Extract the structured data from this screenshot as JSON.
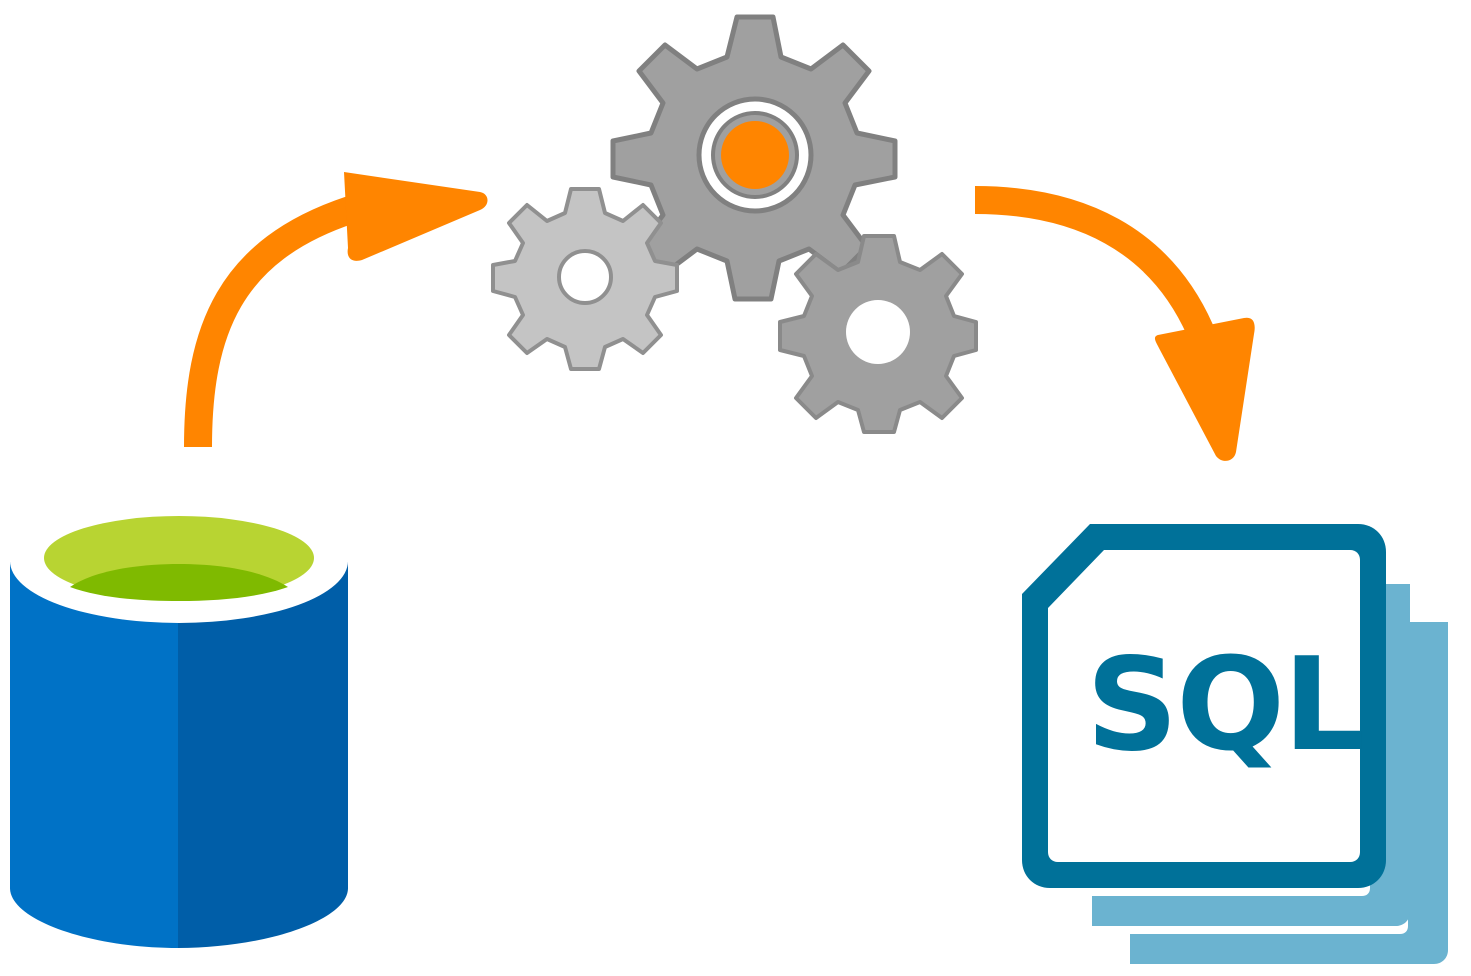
{
  "diagram": {
    "source": {
      "icon": "database-icon"
    },
    "process": {
      "icon": "gears-icon"
    },
    "target": {
      "icon": "sql-file-icon",
      "label": "SQL"
    },
    "arrows": [
      {
        "from": "source",
        "to": "process"
      },
      {
        "from": "process",
        "to": "target"
      }
    ]
  },
  "colors": {
    "arrow": "#ff8500",
    "db_blue_light": "#0072c6",
    "db_blue_dark": "#005ea8",
    "db_top_rim": "#ffffff",
    "db_top_green_light": "#b8d432",
    "db_top_green_dark": "#7fba00",
    "gear_dark": "#a0a0a0",
    "gear_light": "#c4c4c4",
    "gear_stroke": "#808080",
    "gear_core": "#ff8500",
    "sql_border": "#007199",
    "sql_shadow": "#6bb3d0",
    "sql_text": "#007199"
  }
}
